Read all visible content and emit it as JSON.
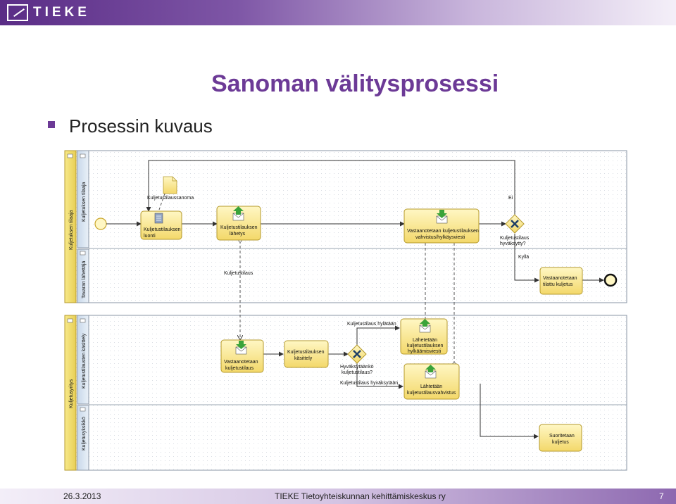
{
  "header": {
    "logo_text": "TIEKE"
  },
  "title": "Sanoman välitysprosessi",
  "subtitle": "Prosessin kuvaus",
  "pools": [
    {
      "name": "Kuljetuksen tilaaja",
      "lanes": [
        "Kuljetuksen tilaaja",
        "Tavaran lähettäjä"
      ]
    },
    {
      "name": "Kuljetusyritys",
      "lanes": [
        "Kuljetustilausten käsittely",
        "Kuljetusyksikkö"
      ]
    }
  ],
  "tasks": {
    "t1": [
      "Kuljetustilauksen",
      "luonti"
    ],
    "t2": [
      "Kuljetustilauksen",
      "lähetys"
    ],
    "t3": [
      "Vastaanotetaan kuljetustilauksen",
      "vahvistus/hylkäysviesti"
    ],
    "t4": [
      "Vastaanotetaan",
      "tilattu kuljetus"
    ],
    "t5": [
      "Vastaanotetaan",
      "kuljetustilaus"
    ],
    "t6": [
      "Kuljetustilauksen",
      "käsittely"
    ],
    "t7": [
      "Lähetetään",
      "kuljetustilauksen",
      "hylkäämisviesti"
    ],
    "t8": [
      "Lähtetään",
      "kuljetustilausvahvistus"
    ],
    "t9": [
      "Suoritetaan",
      "kuljetus"
    ]
  },
  "document_label": "Kuljetustilaussanoma",
  "gateways": {
    "g1": [
      "Kuljetustilaus",
      "hyväksytty?"
    ],
    "g2": [
      "Hyväksytäänkö",
      "kuljetustilaus?"
    ]
  },
  "flow_labels": {
    "ei": "Ei",
    "kylla": "Kyllä",
    "message": "Kuljetustilaus",
    "rejected": "Kuljetustilaus hylätään",
    "accepted": "Kuljetustilaus hyväksytään"
  },
  "footer": {
    "date": "26.3.2013",
    "org": "TIEKE  Tietoyhteiskunnan kehittämiskeskus ry",
    "page": "7"
  }
}
